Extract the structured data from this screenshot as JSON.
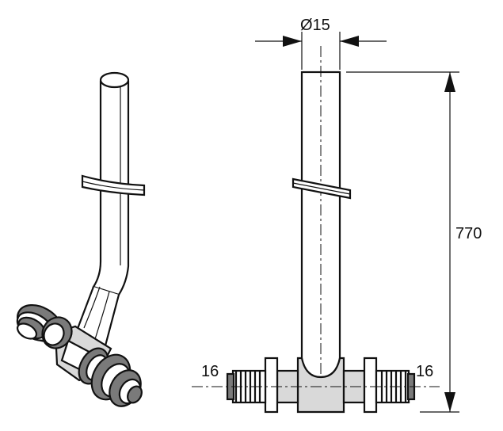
{
  "dimensions": {
    "diameter": "Ø15",
    "height": "770",
    "left_connection": "16",
    "right_connection": "16"
  }
}
